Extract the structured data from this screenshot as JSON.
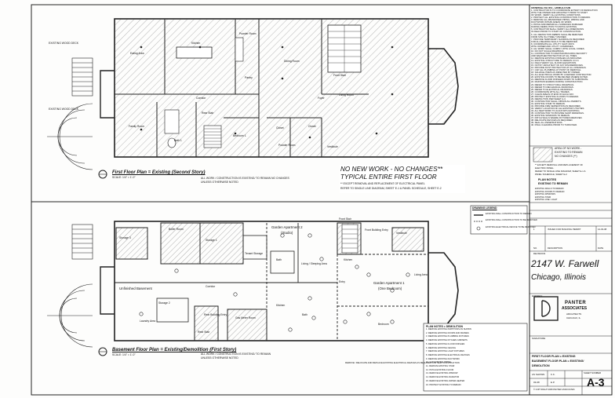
{
  "general_notes": {
    "title": "GENERAL NOTES - DEMOLITION",
    "lines": [
      "1. CONTRACTOR IS TO COORDINATE EXTENT OF DEMOLITION",
      "WITH THE OWNER AND ARCHITECT PRIOR TO START",
      "OF WORK. VERIFY ALL EXISTING CONDITIONS.",
      "2. PROTECT ALL EXISTING CONSTRUCTION TO REMAIN.",
      "3. REMOVE ALL ABANDONED PIPING, WIRING AND",
      "DUCTWORK WITHIN AREAS OF WORK.",
      "4. PATCH AND REPAIR ALL SURFACES DAMAGED",
      "DURING DEMOLITION TO MATCH EXISTING.",
      "5. CONTRACTOR SHALL VERIFY ALL DIMENSIONS",
      "IN FIELD PRIOR TO START OF CONSTRUCTION.",
      "6. ALL DEMOLITION DEBRIS SHALL BE REMOVED",
      "FROM SITE IN A TIMELY MANNER.",
      "7. PROVIDE TEMPORARY SHORING AS REQUIRED",
      "FOR ALL BEARING WALLS TO BE REMOVED.",
      "8. COORDINATE ALL UTILITY SHUT-OFFS",
      "WITH OWNER AND UTILITY COMPANIES.",
      "9. ALL WORK SHALL COMPLY WITH LOCAL CODES.",
      "10. DO NOT SCALE DRAWINGS.",
      "11. CONTRACTOR TO MAINTAIN BUILDING SECURITY",
      "AND WEATHER PROTECTION AT ALL TIMES.",
      "12. REMOVE EXISTING FINISHES AS INDICATED.",
      "13. EXISTING STRUCTURE TO REMAIN U.N.O.",
      "14. FIELD VERIFY ALL FLOOR ELEVATIONS.",
      "15. NOTIFY ARCHITECT OF ANY DISCREPANCIES.",
      "16. PROVIDE DUST PROTECTION AT ALL OPENINGS.",
      "17. CAP ALL PLUMBING AT POINT OF REMOVAL.",
      "18. SALVAGE ITEMS AS DIRECTED BY OWNER.",
      "19. ALL ELECTRICAL WORK BY LICENSED CONTRACTOR.",
      "20. EXISTING DOORS TO BE REUSED WHERE NOTED.",
      "21. REMOVE FLOOR FINISHES DOWN TO SUBSTRATE.",
      "22. MAINTAIN EGRESS DURING CONSTRUCTION.",
      "23. REFER TO STRUCTURAL DRAWINGS.",
      "24. REFER TO MECHANICAL DRAWINGS.",
      "25. REFER TO ELECTRICAL DRAWINGS.",
      "26. COORDINATE WITH ALL TRADES.",
      "27. CLEAN AREAS AT END OF EACH DAY.",
      "28. PROTECT EXISTING FLOORS TO REMAIN.",
      "29. DEMOLITION PER SHEET A-3.",
      "30. CONTRACTOR SHALL OBTAIN ALL PERMITS.",
      "31. EXISTING STAIR TO REMAIN.",
      "32. PROVIDE FIRE SEPARATION AS REQUIRED.",
      "33. VERIFY LOCATION OF ALL EXISTING UTILITIES.",
      "34. ALL NEW WORK TO ALIGN WITH EXISTING.",
      "35. CONTRACTOR TO PROVIDE SHOP DRAWINGS.",
      "36. EXISTING WINDOWS TO REMAIN.",
      "37. PATCH WALLS WHERE FIXTURES REMOVED.",
      "38. RELOCATE DEVICES AS REQUIRED.",
      "39. SEAL ALL PENETRATIONS.",
      "40. FINAL CLEANING PRIOR TO TURNOVER."
    ]
  },
  "legend_hatch": {
    "l1": "AREA OF NO WORK -",
    "l2": "EXISTING TO REMAIN",
    "l3": "NO CHANGES (**)",
    "l4": "** EXCEPT REMOVAL AND REPLACEMENT OF",
    "l5": "ELECTRIC PANEL.",
    "l6": "REFER TO SINGLE LINE DIAGRAM, SHEET E-1 &",
    "l7": "PANEL SCHEDULE, SHEET E-2"
  },
  "plan_notes": {
    "title": "PLAN NOTES",
    "subtitle": "EXISTING TO REMAIN",
    "items": [
      "EXISTING WALLS TO REMAIN",
      "EXISTING DOORS TO REMAIN",
      "EXISTING WINDOWS",
      "EXISTING STAIR",
      "EXISTING LINE / LIGHT"
    ]
  },
  "revisions": {
    "row1_num": "1",
    "row1_desc": "ISSUED FOR BUILDING PERMIT",
    "row1_date": "12-03-08",
    "col_num": "NO.",
    "col_desc": "DESCRIPTION",
    "col_date": "DATE",
    "label": "REVISIONS"
  },
  "project": {
    "address": "2147 W. Farwell",
    "city": "Chicago, Illinois"
  },
  "firm": {
    "name1": "PANTER",
    "name2": "ASSOCIATES",
    "sub1": "ARCHITECTS",
    "addr": "CHICAGO, IL",
    "expires": "EXPIRES:"
  },
  "signature_label": "SIGNATURE",
  "sheet": {
    "t1": "FIRST FLOOR PLAN = EXISTING",
    "t2": "BASEMENT FLOOR PLAN = EXISTING/",
    "t3": "DEMOLITION",
    "scale_lbl": "AS SHOWN",
    "drawn": "K.K.",
    "checked": "E.P.",
    "date": "03-08",
    "num": "A-3",
    "sheet_lbl": "SHEET NUMBER",
    "copyright": "© COPYRIGHT 2008 PANTER ASSOCIATES"
  },
  "first_floor": {
    "title": "First Floor Plan = Existing (Second Story)",
    "scale": "SCALE: 1/4\" = 1'-0\"",
    "note_a": "ALL WORK / CONSTRUCTION IS EXISTING/ TO REMAIN NO CHANGES",
    "note_b": "UNLESS OTHERWISE NOTED",
    "big1": "NO NEW WORK - NO CHANGES**",
    "big2": "TYPICAL ENTIRE FIRST FLOOR",
    "big3": "** EXCEPT REMOVAL AND REPLACEMENT OF ELECTRICAL PANEL",
    "big4": "REFER TO SINGLE LINE DIAGRAM, SHEET E-1 & PANEL SCHEDULE, SHEET E-2",
    "rooms": [
      "Eating Area",
      "Kitchen",
      "Powder Room",
      "Dining Room",
      "Front Stair",
      "Pantry",
      "Corridor",
      "Foyer",
      "Living Room",
      "Rear Stair",
      "Family Room",
      "Bath 1",
      "Closet",
      "Closet",
      "Bedroom 1",
      "Powder Room",
      "Vestibule"
    ],
    "deck1": "EXISTING WOOD DECK",
    "deck2": "EXISTING WOOD DECK"
  },
  "basement": {
    "title": "Basement Floor Plan = Existing/Demolition (First Story)",
    "scale": "SCALE: 1/4\" = 1'-0\"",
    "note_a": "ALL WORK / CONSTRUCTION IS EXISTING/ TO REMAIN",
    "note_b": "UNLESS OTHERWISE NOTED",
    "rooms": [
      "Storage 3",
      "Boiler Room",
      "Storage 1",
      "Tenant Storage",
      "Garden Apartment 2",
      "(Studio)",
      "Front Stair",
      "Front Building Entry",
      "Vestibule",
      "Unfinished Basement",
      "Corridor",
      "Bath",
      "Living / Sleeping Area",
      "Garden Apartment 1",
      "(One Bedroom)",
      "Living Area",
      "Laundry Area",
      "Rear Building Entry",
      "Gas Meter Room",
      "Kitchen",
      "Entry",
      "Bedroom",
      "Bath",
      "Storage 2",
      "Rear Stair",
      "Kitchen"
    ]
  },
  "drawing_legend": {
    "title": "DRAWING LEGEND",
    "items": [
      "EXISTING WALL CONSTRUCTION TO REMAIN",
      "EXISTING WALL CONSTRUCTION TO BE REMOVED",
      "EXISTING ELECTRICAL DEVICE TO BE REMOVED"
    ]
  },
  "plan_notes_demo": {
    "title": "PLAN NOTES = DEMOLITION",
    "items": [
      "1. REMOVE EXISTING PARTITIONS AS SHOWN",
      "2. REMOVE EXISTING DOORS AND FRAMES",
      "3. REMOVE EXISTING PLUMBING FIXTURES",
      "4. REMOVE EXISTING KITCHEN CABINETS",
      "5. REMOVE EXISTING FLOOR FINISHES",
      "6. REMOVE EXISTING CEILING",
      "7. REMOVE EXISTING LIGHT FIXTURES",
      "8. REMOVE EXISTING ELECTRICAL DEVICES",
      "9. REMOVE EXISTING DUCTWORK",
      "10. CAP EXISTING PIPING",
      "11. REMOVE EXISTING STAIR",
      "12. PATCH EXISTING FLOOR",
      "13. REMOVE EXISTING WINDOW",
      "14. REMOVE EXISTING RADIATOR",
      "15. REMOVE EXISTING WATER HEATER",
      "16. PROTECT EXISTING TO REMAIN"
    ]
  },
  "legend_note2": "REMOVE / RELOCATE AND REPLACE EXISTING ELECTRICAL DEVICES AS REQUIRED FOR NEW CONSTRUCTION"
}
